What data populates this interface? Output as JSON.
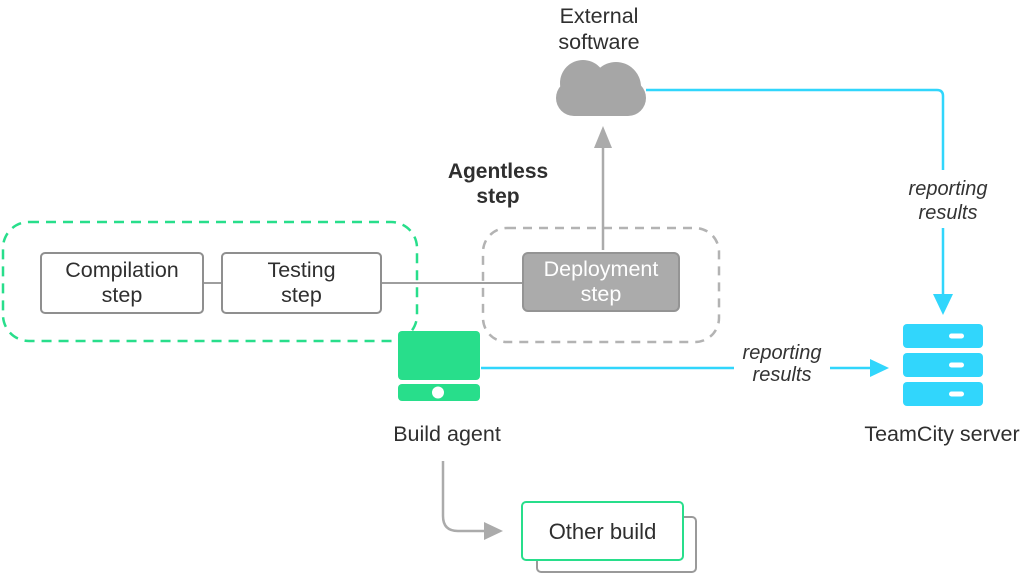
{
  "colors": {
    "green": "#28DE8B",
    "cyan": "#31D6FC",
    "gray_icon": "#A6A6A6",
    "gray_line": "#ABABAB",
    "box_border": "#8F8F8F",
    "deploy_fill": "#ABABAB",
    "text": "#2F2F2F"
  },
  "nodes": {
    "external_software": {
      "label": "External\nsoftware"
    },
    "agentless_step": {
      "label": "Agentless\nstep"
    },
    "compilation_step": {
      "label": "Compilation\nstep"
    },
    "testing_step": {
      "label": "Testing\nstep"
    },
    "deployment_step": {
      "label": "Deployment\nstep"
    },
    "build_agent": {
      "label": "Build agent"
    },
    "teamcity_server": {
      "label": "TeamCity server"
    },
    "other_build": {
      "label": "Other build"
    }
  },
  "edges": {
    "cloud_to_server": {
      "label": "reporting\nresults"
    },
    "agent_to_server": {
      "label": "reporting\nresults"
    }
  }
}
